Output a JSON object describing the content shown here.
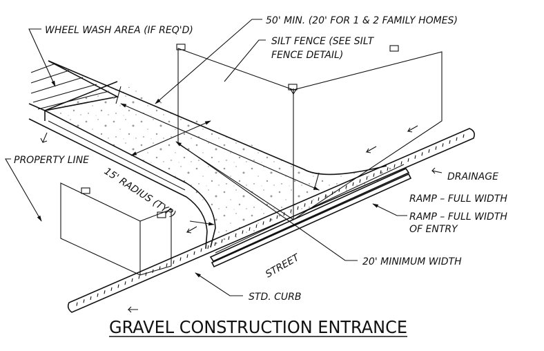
{
  "title": "GRAVEL CONSTRUCTION ENTRANCE",
  "labels": {
    "wheel_wash": "WHEEL WASH AREA (IF REQ'D)",
    "min_length": "50' MIN. (20' FOR 1 & 2 FAMILY HOMES)",
    "silt_fence_1": "SILT FENCE (SEE SILT",
    "silt_fence_2": "FENCE DETAIL)",
    "property_line": "PROPERTY LINE",
    "radius": "15' RADIUS (TYP)",
    "drainage": "DRAINAGE",
    "ramp": "RAMP – FULL WIDTH",
    "ramp_entry_1": "RAMP – FULL WIDTH",
    "ramp_entry_2": "OF ENTRY",
    "min_width": "20' MINIMUM WIDTH",
    "street": "STREET",
    "curb": "STD. CURB"
  },
  "colors": {
    "ink": "#111111",
    "gravel": "#9a9a9a",
    "background": "#ffffff"
  }
}
